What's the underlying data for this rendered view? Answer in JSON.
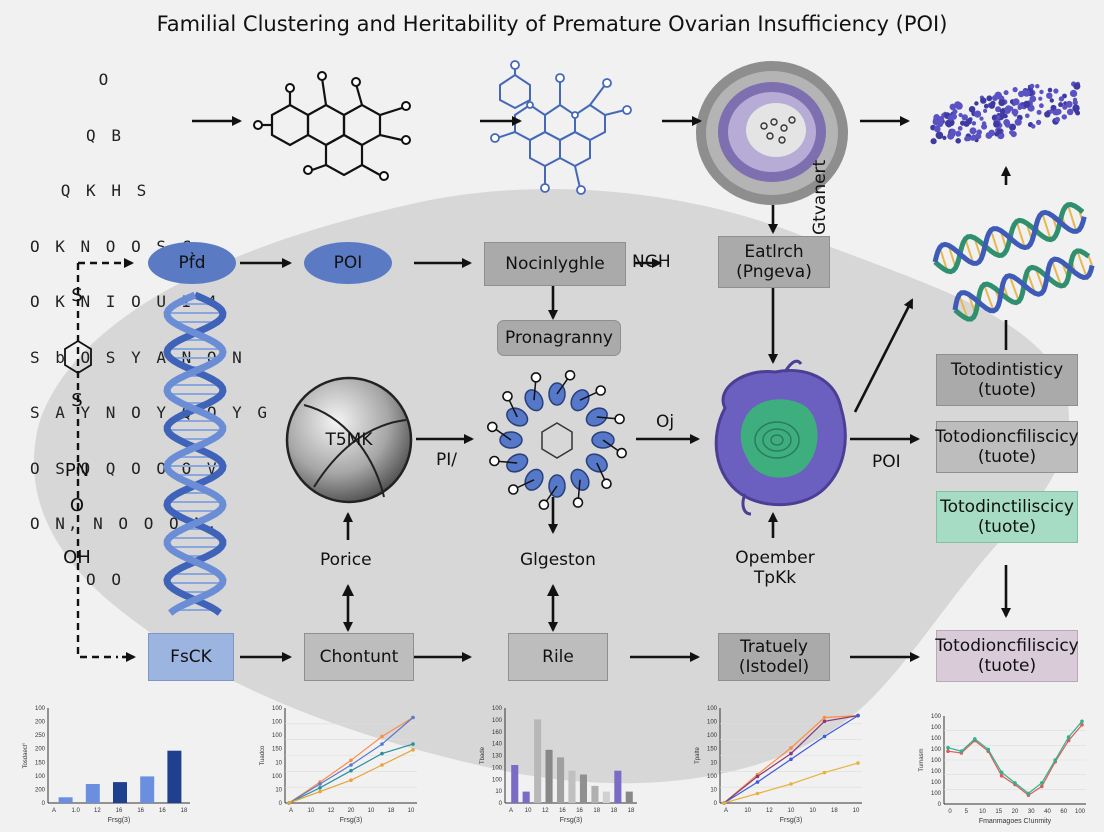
{
  "title": "Familial Clustering and Heritability of Premature Ovarian Insufficiency (POI)",
  "letter_grid": [
    "O",
    "Q B",
    "Q K H S",
    "O K N O O S C",
    "O K N I O U I 4",
    "S b O S Y A N O N",
    "S A Y N O Y Q O Y G",
    "O S O Q O O O V",
    "O N, N O O O N,",
    "O O"
  ],
  "side_chain": {
    "s1": "S",
    "s2": "S",
    "pn": "PN",
    "o1": "O",
    "oh": "OH"
  },
  "nodes": {
    "pfd": "Pf̀d",
    "poi_top": "POI",
    "nocinlyghle": "Nocinlyghle",
    "ngh": "NGH",
    "eatlrch": "Eatlrch\n(Pngeva)",
    "pronagranny": "Pronagranny",
    "t5mk": "T5MK",
    "pi": "PI/",
    "oj": "Oj",
    "gtvanert": "Gtvanert",
    "toto1": "Totodintisticy\n(tuote)",
    "toto2": "Totodioncfiliscicy\n(tuote)",
    "toto3": "Totodinctiliscicy\n(tuote)",
    "toto4": "Totodioncfiliscicy\n(tuote)",
    "poi_right": "POI",
    "porice": "Porice",
    "glgeston": "Glgeston",
    "opember": "Opember\nTpKk",
    "fsck": "FsCK",
    "chontunt": "Chontunt",
    "rile": "Rile",
    "tratuely": "Tratuely\n(Istodel)"
  },
  "colors": {
    "ellipse": "#5a7bc4",
    "dna": "#4f74c4",
    "green": "#a6dcc3",
    "lavender": "#d9cbd8",
    "purple": "#7a6bc7",
    "navy": "#1f3f8f"
  },
  "charts": [
    {
      "type": "bar",
      "yticks": [
        "100",
        "200",
        "250",
        "200",
        "150",
        "100",
        "200",
        "0"
      ],
      "ylabel": "Tosdaecl°",
      "xticks": [
        "A",
        "1.0",
        "12",
        "16",
        "16",
        "16",
        "18"
      ],
      "xlabel": "Frsg(3)",
      "values": [
        6,
        20,
        22,
        28,
        55
      ],
      "colors": [
        "#6a8fe0",
        "#6a8fe0",
        "#1f3f8f",
        "#6a8fe0",
        "#1f3f8f"
      ]
    },
    {
      "type": "line",
      "yticks": [
        "100",
        "100",
        "100",
        "150",
        "10",
        "100",
        "10",
        "0"
      ],
      "ylabel": "Tuadco",
      "xticks": [
        "A",
        "10",
        "12",
        "20",
        "10",
        "18",
        "10"
      ],
      "xlabel": "Frsg(3)",
      "series": [
        {
          "color": "#ff8c42",
          "values": [
            0,
            22,
            45,
            70,
            90
          ]
        },
        {
          "color": "#5a7bd6",
          "values": [
            0,
            20,
            40,
            62,
            90
          ]
        },
        {
          "color": "#2d8f9c",
          "values": [
            0,
            16,
            34,
            52,
            62
          ]
        },
        {
          "color": "#e8a33d",
          "values": [
            0,
            12,
            24,
            40,
            56
          ]
        }
      ]
    },
    {
      "type": "bar",
      "yticks": [
        "100",
        "100",
        "160",
        "140",
        "130",
        "100",
        "100",
        "10",
        "0"
      ],
      "ylabel": "Tbade",
      "xticks": [
        "A",
        "10",
        "12",
        "16",
        "16",
        "18",
        "18",
        "18"
      ],
      "xlabel": "Frsg(3)",
      "values": [
        40,
        12,
        88,
        56,
        48,
        34,
        30,
        18,
        12,
        34,
        12
      ],
      "colors": [
        "#7a6bc7",
        "#7a6bc7",
        "#b8b8b8",
        "#888888",
        "#a0a0a0",
        "#c0c0c0",
        "#909090",
        "#b0b0b0",
        "#d0d0d0",
        "#7a6bc7",
        "#888888"
      ]
    },
    {
      "type": "line",
      "yticks": [
        "100",
        "100",
        "100",
        "150",
        "10",
        "100",
        "10",
        "0"
      ],
      "ylabel": "Tpalte",
      "xticks": [
        "A",
        "10",
        "12",
        "10",
        "10",
        "18",
        "10"
      ],
      "xlabel": "Frsg(3)",
      "series": [
        {
          "color": "#ff8c42",
          "values": [
            0,
            30,
            58,
            90,
            92
          ]
        },
        {
          "color": "#8a3a7a",
          "values": [
            0,
            28,
            52,
            86,
            92
          ]
        },
        {
          "color": "#3f5bd6",
          "values": [
            0,
            22,
            46,
            70,
            92
          ]
        },
        {
          "color": "#e8b33d",
          "values": [
            0,
            10,
            20,
            32,
            42
          ]
        }
      ]
    },
    {
      "type": "line",
      "yticks": [
        "100",
        "100",
        "100",
        "100",
        "100",
        "100",
        "100",
        "100",
        "0"
      ],
      "ylabel": "Tumasm",
      "xticks": [
        "0",
        "5",
        "10",
        "15",
        "20",
        "30",
        "40",
        "60",
        "100"
      ],
      "xlabel": "Fmanmagoes C!unmity",
      "series": [
        {
          "color": "#e05a5a",
          "values": [
            60,
            58,
            72,
            60,
            32,
            22,
            10,
            20,
            48,
            72,
            90
          ]
        },
        {
          "color": "#2db38f",
          "values": [
            64,
            60,
            74,
            62,
            36,
            24,
            12,
            24,
            50,
            76,
            94
          ]
        }
      ]
    }
  ]
}
